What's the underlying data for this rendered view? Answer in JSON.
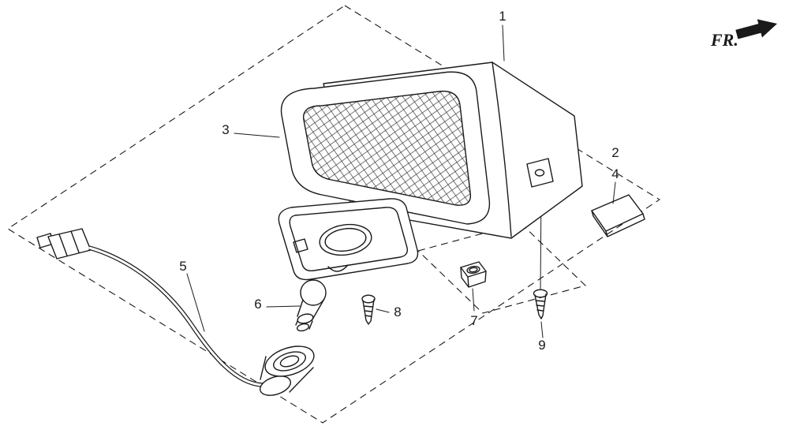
{
  "diagram": {
    "fr_label": "FR.",
    "parts": {
      "p1": "1",
      "p2": "2",
      "p3": "3",
      "p4": "4",
      "p5": "5",
      "p6": "6",
      "p7": "7",
      "p8": "8",
      "p9": "9"
    }
  },
  "colors": {
    "line": "#1a1a1a",
    "background": "#ffffff"
  }
}
